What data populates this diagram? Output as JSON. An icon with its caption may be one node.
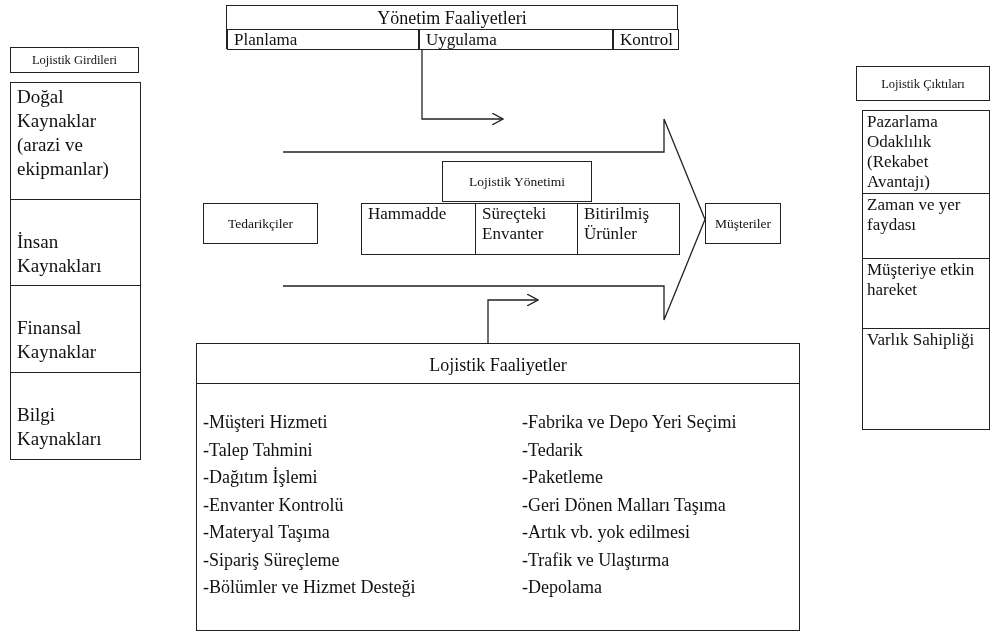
{
  "diagram": {
    "nodes": [
      {
        "text": [
          "Yönetim Faaliyetleri"
        ]
      },
      {
        "text": [
          "Planlama"
        ],
        "in": 0
      },
      {
        "text": [
          "Uygulama"
        ],
        "in": 0
      },
      {
        "text": [
          "Kontrol"
        ],
        "in": 0
      },
      {
        "text": [
          "Lojistik Girdileri"
        ]
      },
      {
        "text": [
          "Doğal Kaynaklar (arazi ve ekipmanlar)"
        ]
      },
      {
        "text": [
          "İnsan Kaynakları"
        ]
      },
      {
        "text": [
          "Finansal Kaynaklar"
        ]
      },
      {
        "text": [
          "Bilgi Kaynakları"
        ]
      },
      {
        "text": [
          "Lojistik Çıktıları"
        ]
      },
      {
        "text": [
          "Pazarlama Odaklılık (Rekabet Avantajı)"
        ]
      },
      {
        "text": [
          "Zaman ve yer faydası"
        ]
      },
      {
        "text": [
          "Müşteriye etkin hareket"
        ]
      },
      {
        "text": [
          "Varlık Sahipliği"
        ]
      },
      {
        "text": [],
        "shape": "arrow"
      },
      {
        "text": [
          "Lojistik Yönetimi"
        ],
        "in": 14
      },
      {
        "text": [
          "Hammadde"
        ],
        "in": 14
      },
      {
        "text": [
          "Süreçteki Envanter"
        ],
        "in": 14
      },
      {
        "text": [
          "Bitirilmiş Ürünler"
        ],
        "in": 14
      },
      {
        "text": [
          "Tedarikçiler"
        ]
      },
      {
        "text": [
          "Müşteriler"
        ]
      },
      {
        "text": [
          "Lojistik Faaliyetler",
          "-Müşteri Hizmeti",
          "-Talep Tahmini",
          "-Dağıtım İşlemi",
          "-Envanter Kontrolü",
          "-Materyal Taşıma",
          "-Sipariş Süreçleme",
          "-Bölümler ve Hizmet Desteği",
          "-Fabrika ve Depo Yeri Seçimi",
          "-Tedarik",
          "-Paketleme",
          "-Geri Dönen Malları Taşıma",
          "-Artık vb. yok edilmesi",
          "-Trafik ve Ulaştırma",
          "-Depolama"
        ]
      }
    ],
    "edges": [
      {
        "from": 2,
        "to": 14,
        "arrow": "to"
      },
      {
        "from": 21,
        "to": 14,
        "arrow": "to"
      }
    ]
  }
}
